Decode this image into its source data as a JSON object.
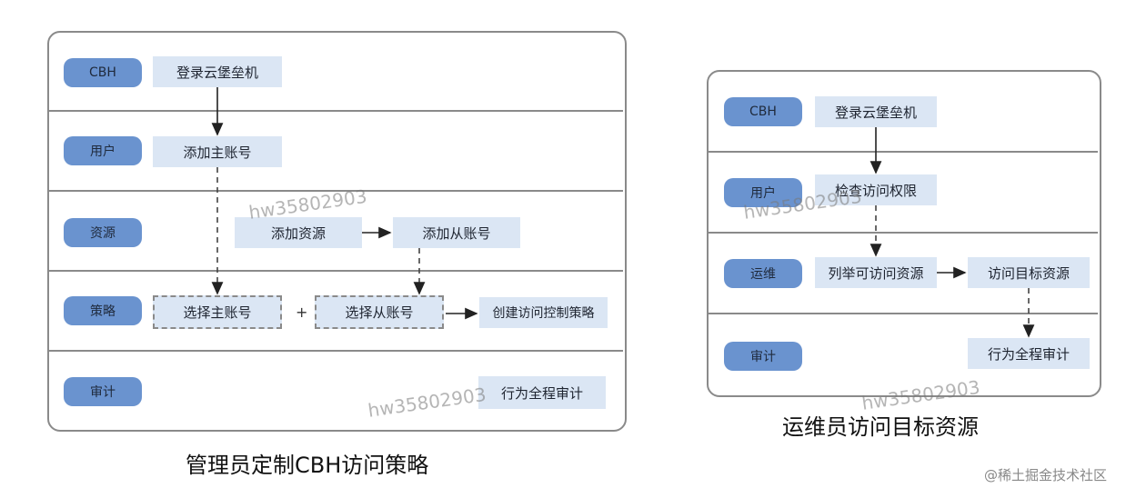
{
  "left": {
    "lanes": [
      "CBH",
      "用户",
      "资源",
      "策略",
      "审计"
    ],
    "boxes": {
      "login": "登录云堡垒机",
      "add_main_account": "添加主账号",
      "add_resource": "添加资源",
      "add_sub_account": "添加从账号",
      "select_main_account": "选择主账号",
      "plus": "+",
      "select_sub_account": "选择从账号",
      "create_policy": "创建访问控制策略",
      "audit": "行为全程审计"
    },
    "caption": "管理员定制CBH访问策略"
  },
  "right": {
    "lanes": [
      "CBH",
      "用户",
      "运维",
      "审计"
    ],
    "boxes": {
      "login": "登录云堡垒机",
      "check_permission": "检查访问权限",
      "list_resources": "列举可访问资源",
      "access_target": "访问目标资源",
      "audit": "行为全程审计"
    },
    "caption": "运维员访问目标资源"
  },
  "watermarks": [
    "hw35802903",
    "hw35802903",
    "hw35802903",
    "hw35802903"
  ],
  "footer": "@稀土掘金技术社区"
}
